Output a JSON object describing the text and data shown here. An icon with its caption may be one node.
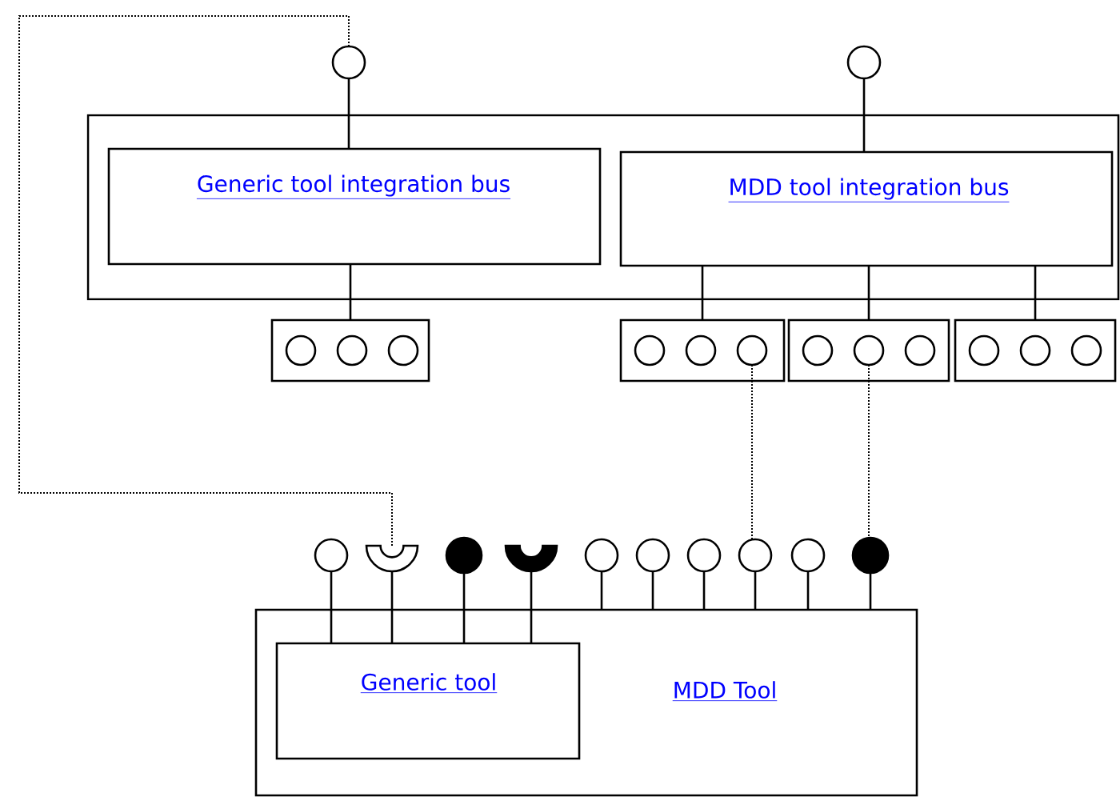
{
  "diagram": {
    "nodes": [
      {
        "text": [],
        "shape": "box"
      },
      {
        "text": [
          "Generic tool integration bus"
        ],
        "in": 0
      },
      {
        "text": [
          "MDD tool integration bus"
        ],
        "in": 0
      },
      {
        "text": [],
        "shape": "circle"
      },
      {
        "text": [],
        "shape": "circle"
      },
      {
        "text": [],
        "shape": "box"
      },
      {
        "text": [],
        "shape": "box"
      },
      {
        "text": [],
        "shape": "box"
      },
      {
        "text": [],
        "shape": "box"
      },
      {
        "text": [],
        "shape": "circle",
        "in": 5
      },
      {
        "text": [],
        "shape": "circle",
        "in": 5
      },
      {
        "text": [],
        "shape": "circle",
        "in": 5
      },
      {
        "text": [],
        "shape": "circle",
        "in": 6
      },
      {
        "text": [],
        "shape": "circle",
        "in": 6
      },
      {
        "text": [],
        "shape": "circle",
        "in": 6
      },
      {
        "text": [],
        "shape": "circle",
        "in": 7
      },
      {
        "text": [],
        "shape": "circle",
        "in": 7
      },
      {
        "text": [],
        "shape": "circle",
        "in": 7
      },
      {
        "text": [],
        "shape": "circle",
        "in": 8
      },
      {
        "text": [],
        "shape": "circle",
        "in": 8
      },
      {
        "text": [],
        "shape": "circle",
        "in": 8
      },
      {
        "text": [
          "MDD Tool"
        ]
      },
      {
        "text": [
          "Generic tool"
        ],
        "in": 21
      },
      {
        "text": [],
        "shape": "circle"
      },
      {
        "text": [],
        "shape": "semicircle"
      },
      {
        "text": [],
        "shape": "circle"
      },
      {
        "text": [],
        "shape": "semicircle"
      },
      {
        "text": [],
        "shape": "circle"
      },
      {
        "text": [],
        "shape": "circle"
      },
      {
        "text": [],
        "shape": "circle"
      },
      {
        "text": [],
        "shape": "circle"
      },
      {
        "text": [],
        "shape": "circle"
      },
      {
        "text": [],
        "shape": "circle"
      }
    ],
    "edges": [
      {
        "from": 3,
        "to": 1,
        "arrow": "none"
      },
      {
        "from": 4,
        "to": 2,
        "arrow": "none"
      },
      {
        "from": 1,
        "to": 5,
        "arrow": "none"
      },
      {
        "from": 2,
        "to": 6,
        "arrow": "none"
      },
      {
        "from": 2,
        "to": 7,
        "arrow": "none"
      },
      {
        "from": 2,
        "to": 8,
        "arrow": "none"
      },
      {
        "from": 23,
        "to": 22,
        "arrow": "none"
      },
      {
        "from": 24,
        "to": 22,
        "arrow": "none"
      },
      {
        "from": 25,
        "to": 22,
        "arrow": "none"
      },
      {
        "from": 26,
        "to": 22,
        "arrow": "none"
      },
      {
        "from": 27,
        "to": 21,
        "arrow": "none"
      },
      {
        "from": 28,
        "to": 21,
        "arrow": "none"
      },
      {
        "from": 29,
        "to": 21,
        "arrow": "none"
      },
      {
        "from": 30,
        "to": 21,
        "arrow": "none"
      },
      {
        "from": 31,
        "to": 21,
        "arrow": "none"
      },
      {
        "from": 32,
        "to": 21,
        "arrow": "none"
      },
      {
        "from": 3,
        "to": 24,
        "arrow": "none",
        "style": "dashed"
      },
      {
        "from": 14,
        "to": 30,
        "arrow": "none",
        "style": "dashed"
      },
      {
        "from": 16,
        "to": 32,
        "arrow": "none",
        "style": "dashed"
      }
    ]
  }
}
